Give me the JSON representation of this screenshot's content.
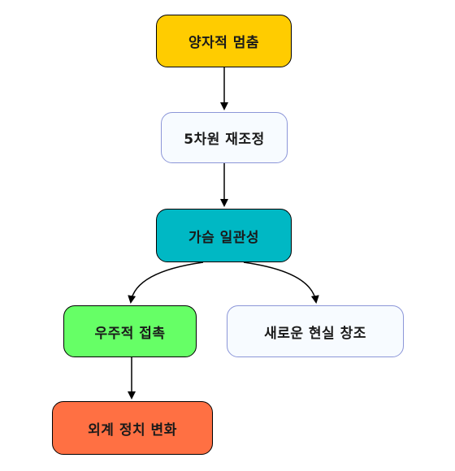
{
  "nodes": {
    "quantum_stop": {
      "label": "양자적 멈춤",
      "fill": "#ffcc00",
      "border": "#000000"
    },
    "dimension_5": {
      "label": "5차원 재조정",
      "fill": "#f7fbff",
      "border": "#8c96d8"
    },
    "heart_coherence": {
      "label": "가슴 일관성",
      "fill": "#00b8c4",
      "border": "#000000"
    },
    "cosmic_contact": {
      "label": "우주적 접촉",
      "fill": "#66ff66",
      "border": "#000000"
    },
    "new_reality": {
      "label": "새로운 현실 창조",
      "fill": "#f7fbff",
      "border": "#8c96d8"
    },
    "et_politics": {
      "label": "외계 정치 변화",
      "fill": "#ff7043",
      "border": "#000000"
    }
  },
  "edges": [
    {
      "from": "quantum_stop",
      "to": "dimension_5"
    },
    {
      "from": "dimension_5",
      "to": "heart_coherence"
    },
    {
      "from": "heart_coherence",
      "to": "cosmic_contact"
    },
    {
      "from": "heart_coherence",
      "to": "new_reality"
    },
    {
      "from": "cosmic_contact",
      "to": "et_politics"
    }
  ]
}
